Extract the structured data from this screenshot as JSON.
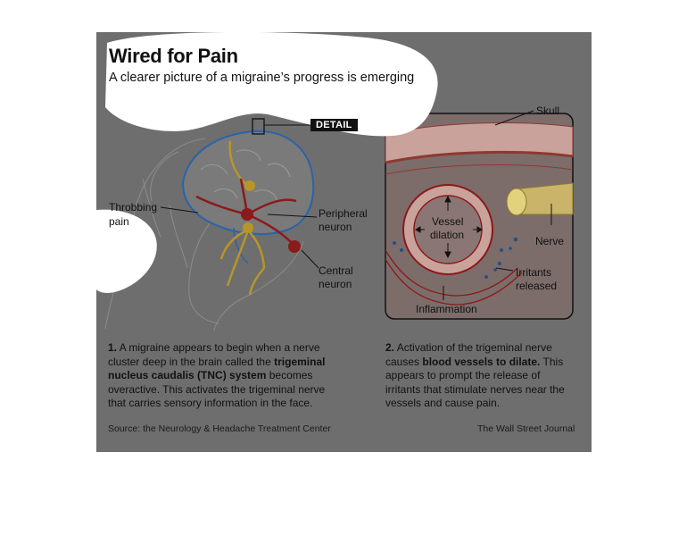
{
  "header": {
    "title": "Wired for Pain",
    "subtitle": "A clearer picture of a migraine’s progress is emerging"
  },
  "detail_badge": "DETAIL",
  "left_labels": {
    "throbbing": "Throbbing",
    "pain": "pain",
    "peripheral_1": "Peripheral",
    "peripheral_2": "neuron",
    "central_1": "Central",
    "central_2": "neuron"
  },
  "right_labels": {
    "skull": "Skull",
    "vessel_1": "Vessel",
    "vessel_2": "dilation",
    "nerve": "Nerve",
    "irritants_1": "Irritants",
    "irritants_2": "released",
    "inflammation": "Inflammation"
  },
  "captions": {
    "c1_num": "1.",
    "c1_a": " A migraine appears to begin when a nerve cluster deep in the brain called the ",
    "c1_bold": "trigeminal nucleus caudalis (TNC) system",
    "c1_b": " becomes overactive. This activates the trigeminal nerve that carries sensory information in the face.",
    "c2_num": "2.",
    "c2_a": " Activation of the trigeminal nerve causes ",
    "c2_bold": "blood vessels to dilate.",
    "c2_b": " This appears to prompt the release of irritants that stimulate nerves near the vessels and cause pain."
  },
  "footer": {
    "source": "Source: the Neurology & Headache Treatment Center",
    "credit": "The Wall Street Journal"
  },
  "colors": {
    "panel": "#6e6e6e",
    "brain_outline": "#2a63a8",
    "neuron_red": "#8b1a1a",
    "nerve_yellow": "#b8952a",
    "vessel_pink": "#c9a29b",
    "blob_white": "#ffffff"
  }
}
